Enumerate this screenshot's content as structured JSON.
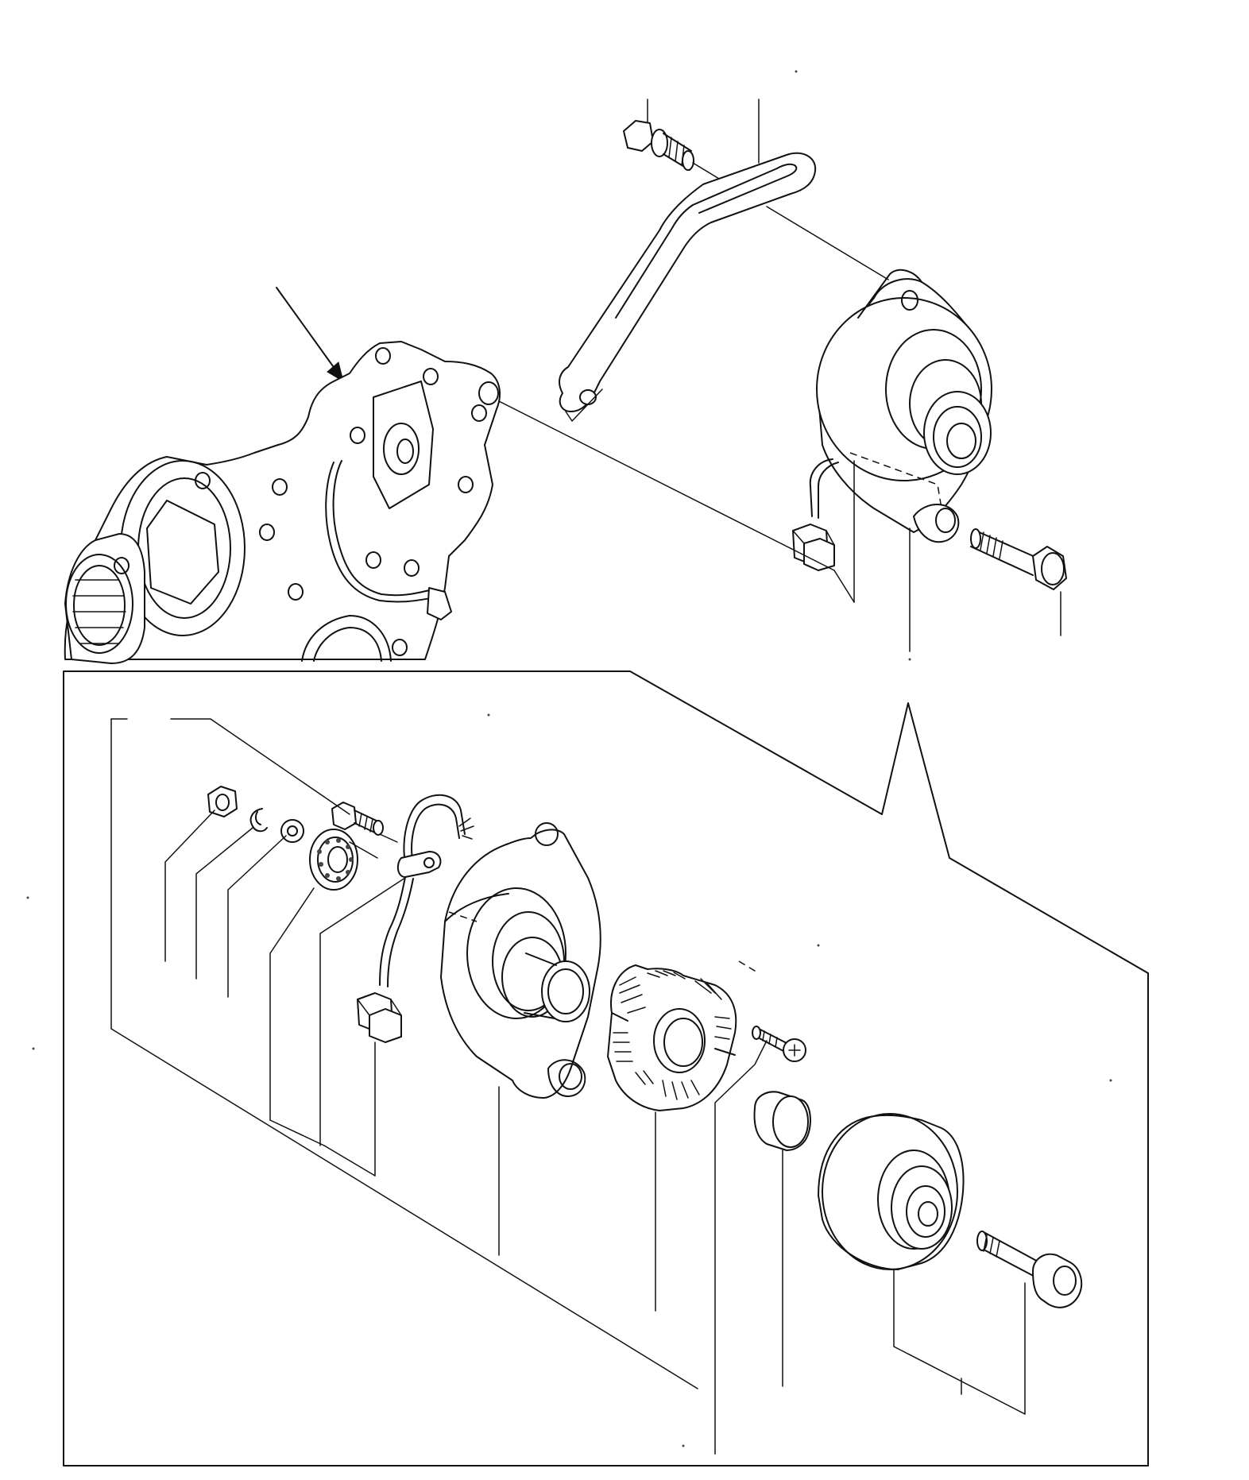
{
  "figure": {
    "type": "exploded-parts-diagram",
    "line_color": "#111111",
    "background_color": "#ffffff",
    "labels": []
  },
  "parts": {
    "upper": [
      {
        "name": "timing-gear-case",
        "icon": "gear-case-icon"
      },
      {
        "name": "adjusting-bracket",
        "icon": "bracket-icon"
      },
      {
        "name": "flange-bolt-upper",
        "icon": "bolt-icon"
      },
      {
        "name": "dynamo-assembly",
        "icon": "alternator-icon"
      },
      {
        "name": "mounting-bolt",
        "icon": "bolt-icon"
      },
      {
        "name": "harness-connector",
        "icon": "connector-icon"
      }
    ],
    "detail": [
      {
        "name": "hex-nut",
        "icon": "nut-icon"
      },
      {
        "name": "spring-washer",
        "icon": "spring-washer-icon"
      },
      {
        "name": "flat-washer",
        "icon": "washer-icon"
      },
      {
        "name": "screw",
        "icon": "screw-icon"
      },
      {
        "name": "ball-bearing",
        "icon": "bearing-icon"
      },
      {
        "name": "lead-wire",
        "icon": "wire-icon"
      },
      {
        "name": "connector",
        "icon": "connector-icon"
      },
      {
        "name": "stator-housing",
        "icon": "housing-icon"
      },
      {
        "name": "stator-coil",
        "icon": "stator-icon"
      },
      {
        "name": "stator-screw",
        "icon": "screw-icon"
      },
      {
        "name": "collar",
        "icon": "collar-icon"
      },
      {
        "name": "rotor-pulley",
        "icon": "pulley-icon"
      },
      {
        "name": "pulley-bolt",
        "icon": "bolt-icon"
      }
    ]
  }
}
